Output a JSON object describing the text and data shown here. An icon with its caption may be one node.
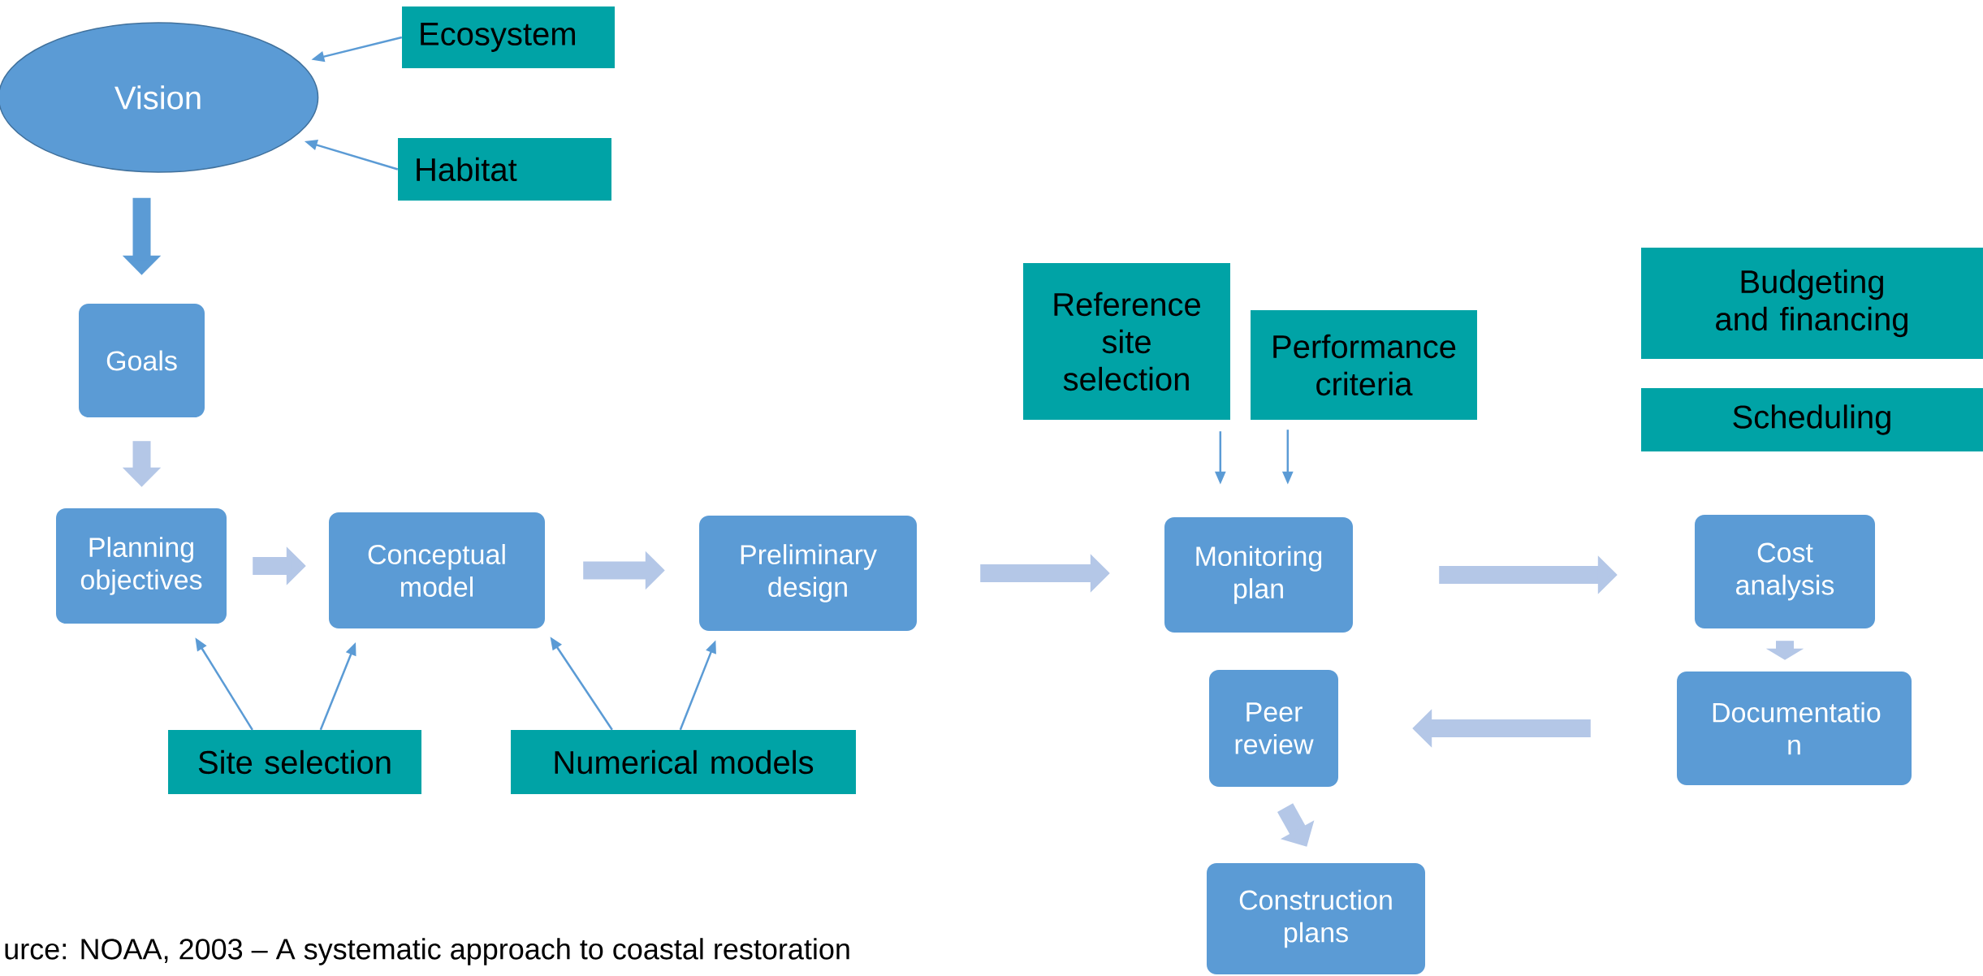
{
  "diagram": {
    "caption": "urce: NOAA, 2003 – A systematic approach to coastal restoration",
    "nodes": [
      {
        "text": [
          "Vision"
        ]
      },
      {
        "text": [
          "Ecosystem"
        ]
      },
      {
        "text": [
          "Habitat"
        ]
      },
      {
        "text": [
          "Goals"
        ]
      },
      {
        "text": [
          "Planning objectives"
        ]
      },
      {
        "text": [
          "Conceptual model"
        ]
      },
      {
        "text": [
          "Preliminary design"
        ]
      },
      {
        "text": [
          "Site selection"
        ]
      },
      {
        "text": [
          "Numerical models"
        ]
      },
      {
        "text": [
          "Reference site selection"
        ]
      },
      {
        "text": [
          "Performance criteria"
        ]
      },
      {
        "text": [
          "Budgeting and financing"
        ]
      },
      {
        "text": [
          "Scheduling"
        ]
      },
      {
        "text": [
          "Monitoring plan"
        ]
      },
      {
        "text": [
          "Cost analysis"
        ]
      },
      {
        "text": [
          "Peer review"
        ]
      },
      {
        "text": [
          "Documentatio n"
        ]
      },
      {
        "text": [
          "Construction plans"
        ]
      }
    ],
    "edges": [
      {
        "from": 1,
        "to": 0,
        "arrow": "to"
      },
      {
        "from": 2,
        "to": 0,
        "arrow": "to"
      },
      {
        "from": 0,
        "to": 3,
        "arrow": "to"
      },
      {
        "from": 3,
        "to": 4,
        "arrow": "to",
        "color": "#b4c7e7"
      },
      {
        "from": 4,
        "to": 5,
        "arrow": "to",
        "color": "#b4c7e7"
      },
      {
        "from": 5,
        "to": 6,
        "arrow": "to",
        "color": "#b4c7e7"
      },
      {
        "from": 6,
        "to": 13,
        "arrow": "to",
        "color": "#b4c7e7"
      },
      {
        "from": 13,
        "to": 14,
        "arrow": "to",
        "color": "#b4c7e7"
      },
      {
        "from": 14,
        "to": 16,
        "arrow": "to",
        "color": "#b4c7e7"
      },
      {
        "from": 16,
        "to": 15,
        "arrow": "to",
        "color": "#b4c7e7"
      },
      {
        "from": 15,
        "to": 17,
        "arrow": "to",
        "color": "#b4c7e7"
      },
      {
        "from": 7,
        "to": 4,
        "arrow": "to"
      },
      {
        "from": 7,
        "to": 5,
        "arrow": "to"
      },
      {
        "from": 8,
        "to": 5,
        "arrow": "to"
      },
      {
        "from": 8,
        "to": 6,
        "arrow": "to"
      },
      {
        "from": 9,
        "to": 13,
        "arrow": "to"
      },
      {
        "from": 10,
        "to": 13,
        "arrow": "to"
      }
    ]
  }
}
